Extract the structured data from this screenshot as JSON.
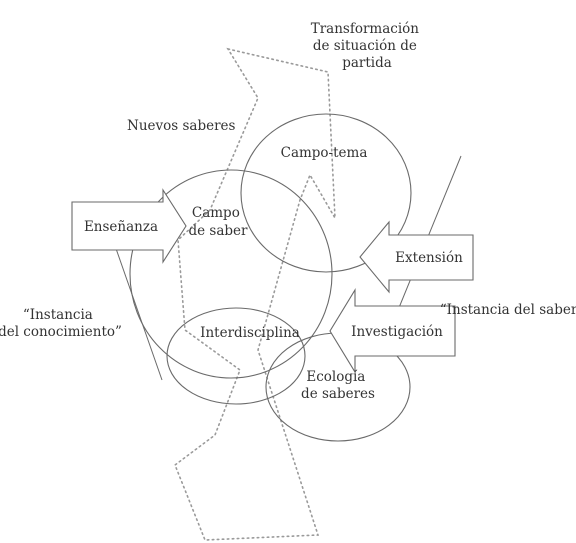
{
  "labels": {
    "transformacion": [
      "Transformación",
      "de situación de",
      "partida"
    ],
    "nuevos_saberes": "Nuevos saberes",
    "campo_tema": "Campo-tema",
    "campo_saber": [
      "Campo",
      "de saber"
    ],
    "ensenanza": "Enseñanza",
    "extension": "Extensión",
    "instancia_saber": "“Instancia del saber”",
    "instancia_conocimiento": [
      "“Instancia",
      "del conocimiento”"
    ],
    "interdisciplina": "Interdisciplina",
    "investigacion": "Investigación",
    "ecologia": [
      "Ecología",
      "de saberes"
    ]
  },
  "colors": {
    "stroke": "#6a6a6a",
    "dotted": "#9a9a9a",
    "text": "#333333"
  }
}
